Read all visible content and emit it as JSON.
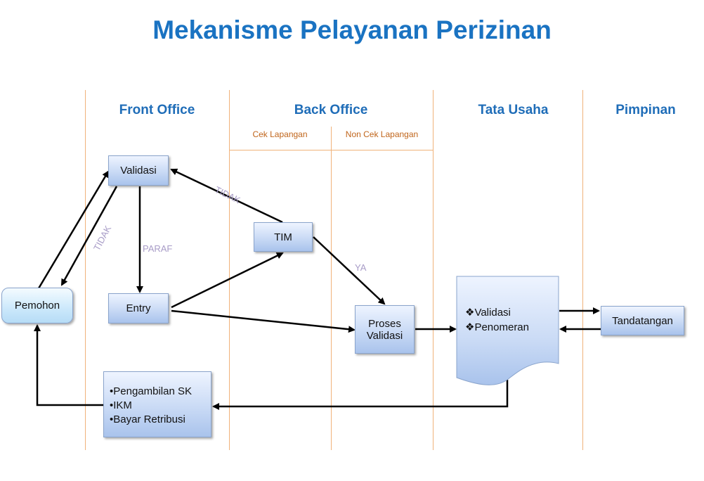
{
  "title": "Mekanisme Pelayanan Perizinan",
  "lanes": {
    "front_office": "Front Office",
    "back_office": "Back Office",
    "tata_usaha": "Tata Usaha",
    "pimpinan": "Pimpinan"
  },
  "sub_lanes": {
    "cek_lapangan": "Cek Lapangan",
    "non_cek_lapangan": "Non Cek Lapangan"
  },
  "nodes": {
    "validasi": "Validasi",
    "pemohon": "Pemohon",
    "entry": "Entry",
    "tim": "TIM",
    "proses_validasi_line1": "Proses",
    "proses_validasi_line2": "Validasi",
    "document_items": [
      "❖Validasi",
      "❖Penomeran"
    ],
    "tandatangan": "Tandatangan",
    "pengambilan_items": [
      "•Pengambilan SK",
      "•IKM",
      "•Bayar Retribusi"
    ]
  },
  "edge_labels": {
    "tidak_top": "TIDAK",
    "tidak_left": "TIDAK",
    "paraf": "PARAF",
    "ya": "YA"
  },
  "colors": {
    "title": "#1a73c2",
    "lane_heading": "#1f6db8",
    "sub_heading": "#c0651b",
    "lane_divider": "#f0b27a",
    "edge_label": "#a89cc7",
    "box_fill": "#c9daf5"
  }
}
